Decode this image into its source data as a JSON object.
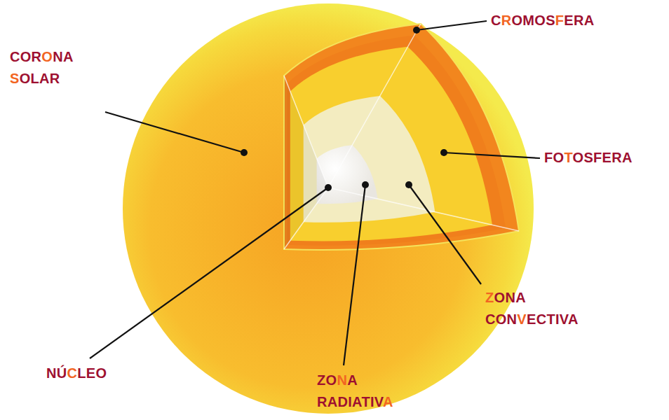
{
  "diagram": {
    "labels": [
      "CROMOSFERA",
      "CORONA SOLAR",
      "FOTOSFERA",
      "ZONA CONVECTIVA",
      "NÚCLEO",
      "ZONA RADIATIVA"
    ]
  }
}
